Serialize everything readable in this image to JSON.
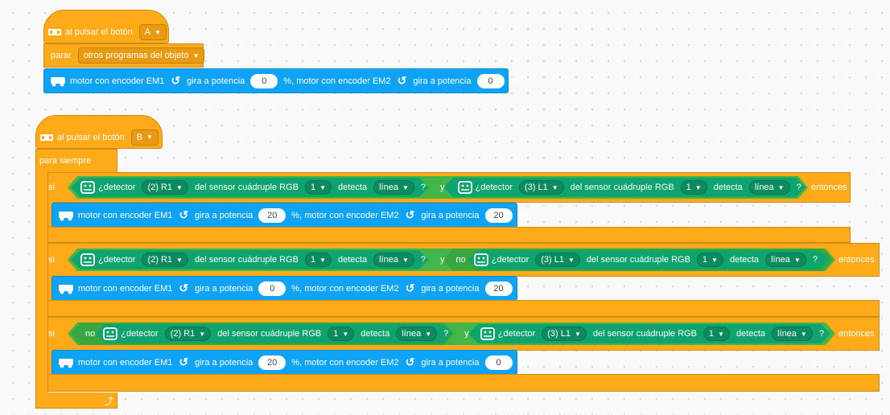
{
  "script1": {
    "hat": {
      "text": "al pulsar el botón",
      "button": "A"
    },
    "stop": {
      "text": "parar",
      "option": "otros programas del objeto"
    },
    "motor": {
      "m1": "motor con encoder EM1",
      "gira": "gira a potencia",
      "v1": "0",
      "m2": "%, motor con encoder EM2",
      "gira2": "gira a potencia",
      "v2": "0",
      "pct": "%"
    }
  },
  "script2": {
    "hat": {
      "text": "al pulsar el botón",
      "button": "B"
    },
    "forever": "para siempre",
    "if1": {
      "si": "si",
      "y": "y",
      "entonces": "entonces",
      "c1": {
        "det": "¿detector",
        "sensor": "(2) R1",
        "of": "del sensor cuádruple RGB",
        "num": "1",
        "detecta": "detecta",
        "what": "línea",
        "q": "?"
      },
      "c2": {
        "det": "¿detector",
        "sensor": "(3) L1",
        "of": "del sensor cuádruple RGB",
        "num": "1",
        "detecta": "detecta",
        "what": "línea",
        "q": "?"
      },
      "motor": {
        "m1": "motor con encoder EM1",
        "gira": "gira a potencia",
        "v1": "20",
        "m2": "%, motor con encoder EM2",
        "gira2": "gira a potencia",
        "v2": "20",
        "pct": "%"
      }
    },
    "if2": {
      "si": "si",
      "y": "y",
      "no": "no",
      "entonces": "entonces",
      "c1": {
        "det": "¿detector",
        "sensor": "(2) R1",
        "of": "del sensor cuádruple RGB",
        "num": "1",
        "detecta": "detecta",
        "what": "línea",
        "q": "?"
      },
      "c2": {
        "det": "¿detector",
        "sensor": "(3) L1",
        "of": "del sensor cuádruple RGB",
        "num": "1",
        "detecta": "detecta",
        "what": "línea",
        "q": "?"
      },
      "motor": {
        "m1": "motor con encoder EM1",
        "gira": "gira a potencia",
        "v1": "0",
        "m2": "%, motor con encoder EM2",
        "gira2": "gira a potencia",
        "v2": "20",
        "pct": "%"
      }
    },
    "if3": {
      "si": "si",
      "y": "y",
      "no": "no",
      "entonces": "entonces",
      "c1": {
        "det": "¿detector",
        "sensor": "(2) R1",
        "of": "del sensor cuádruple RGB",
        "num": "1",
        "detecta": "detecta",
        "what": "línea",
        "q": "?"
      },
      "c2": {
        "det": "¿detector",
        "sensor": "(3) L1",
        "of": "del sensor cuádruple RGB",
        "num": "1",
        "detecta": "detecta",
        "what": "línea",
        "q": "?"
      },
      "motor": {
        "m1": "motor con encoder EM1",
        "gira": "gira a potencia",
        "v1": "20",
        "m2": "%, motor con encoder EM2",
        "gira2": "gira a potencia",
        "v2": "0",
        "pct": "%"
      }
    }
  },
  "colors": {
    "events": "#ffab19",
    "motion": "#0fa3f5",
    "sensing": "#0fa36e",
    "operators": "#43b649"
  }
}
